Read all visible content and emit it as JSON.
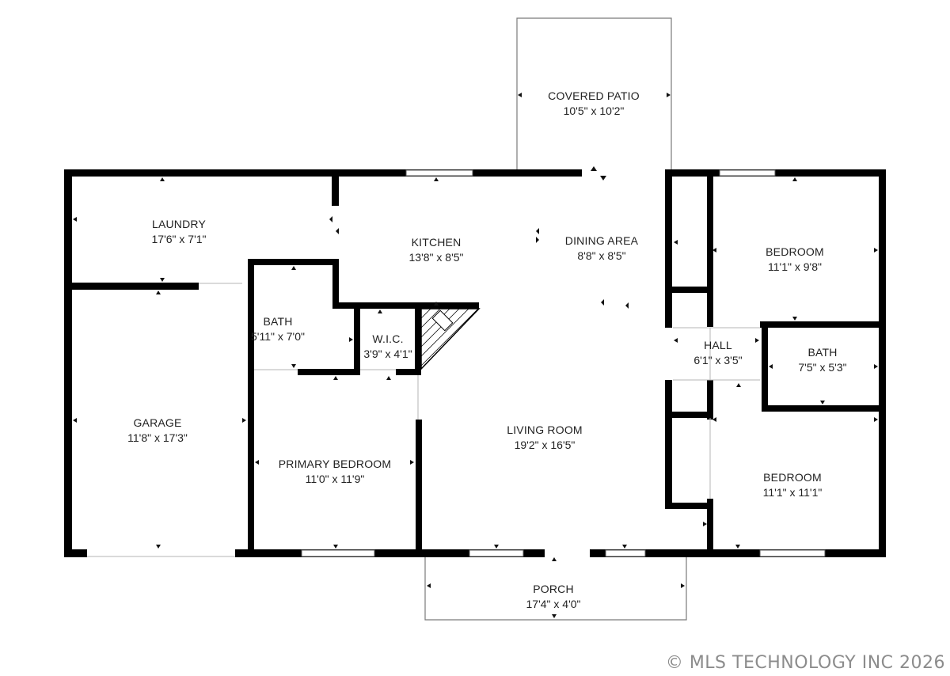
{
  "colors": {
    "wall": "#000000",
    "thin_line": "#7a7a7a",
    "label": "#222222",
    "copyright": "#8c8c8c"
  },
  "rooms": {
    "covered_patio": {
      "name": "COVERED PATIO",
      "dims": "10'5\" x 10'2\""
    },
    "laundry": {
      "name": "LAUNDRY",
      "dims": "17'6\" x 7'1\""
    },
    "kitchen": {
      "name": "KITCHEN",
      "dims": "13'8\" x 8'5\""
    },
    "dining_area": {
      "name": "DINING AREA",
      "dims": "8'8\" x 8'5\""
    },
    "bedroom_1": {
      "name": "BEDROOM",
      "dims": "11'1\" x 9'8\""
    },
    "bath_1": {
      "name": "BATH",
      "dims": "5'11\" x 7'0\""
    },
    "wic": {
      "name": "W.I.C.",
      "dims": "3'9\" x 4'1\""
    },
    "hall": {
      "name": "HALL",
      "dims": "6'1\" x 3'5\""
    },
    "bath_2": {
      "name": "BATH",
      "dims": "7'5\" x 5'3\""
    },
    "garage": {
      "name": "GARAGE",
      "dims": "11'8\" x 17'3\""
    },
    "living_room": {
      "name": "LIVING ROOM",
      "dims": "19'2\" x 16'5\""
    },
    "primary_bedroom": {
      "name": "PRIMARY BEDROOM",
      "dims": "11'0\" x 11'9\""
    },
    "bedroom_2": {
      "name": "BEDROOM",
      "dims": "11'1\" x 11'1\""
    },
    "porch": {
      "name": "PORCH",
      "dims": "17'4\" x 4'0\""
    }
  },
  "copyright": "© MLS TECHNOLOGY INC 2026"
}
